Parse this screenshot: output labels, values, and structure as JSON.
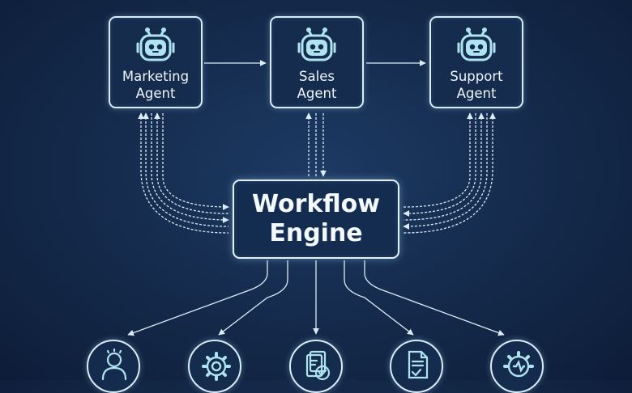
{
  "agents": [
    {
      "line1": "Marketing",
      "line2": "Agent",
      "icon": "robot-icon"
    },
    {
      "line1": "Sales",
      "line2": "Agent",
      "icon": "robot-icon"
    },
    {
      "line1": "Support",
      "line2": "Agent",
      "icon": "robot-icon"
    }
  ],
  "engine": {
    "line1": "Workflow",
    "line2": "Engine"
  },
  "outputs": [
    {
      "icon": "person-icon"
    },
    {
      "icon": "gear-icon"
    },
    {
      "icon": "checklist-document-icon"
    },
    {
      "icon": "signed-document-icon"
    },
    {
      "icon": "automation-gear-icon"
    }
  ],
  "colors": {
    "background": "#14294a",
    "line": "#d9ecf7",
    "robot": "#aee3ef",
    "text": "#eef6fb"
  }
}
